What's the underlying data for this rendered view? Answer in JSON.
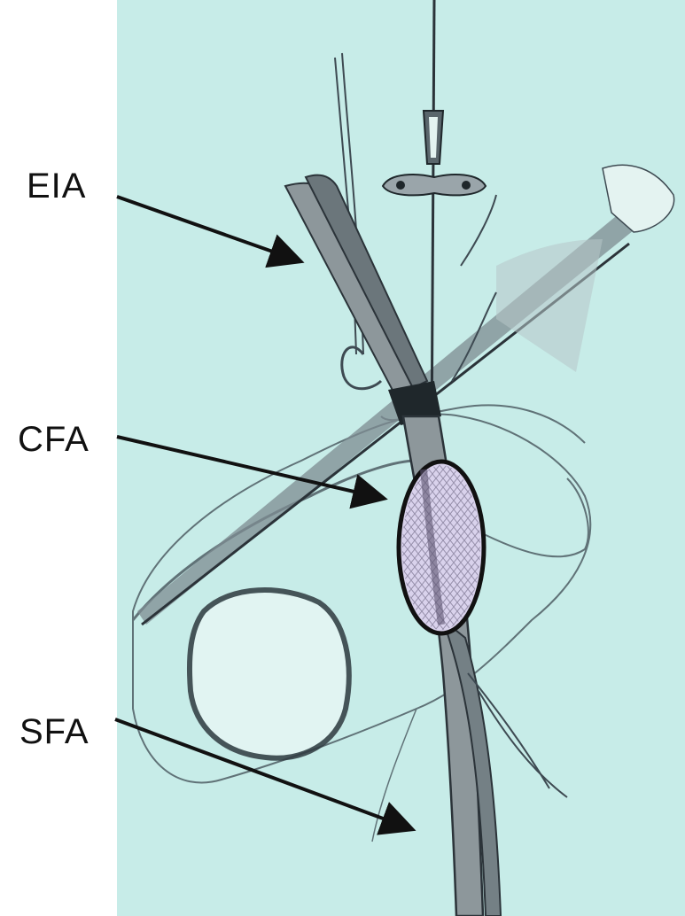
{
  "labels": {
    "eia": "EIA",
    "cfa": "CFA",
    "sfa": "SFA"
  },
  "colors": {
    "background_panel": "#c7ece8",
    "drawing_stroke": "#3e4a52",
    "vessel_fill": "#8d979b",
    "highlight_ellipse_fill": "#d9d2ec",
    "highlight_ellipse_stroke": "#111111",
    "arrow": "#111111"
  }
}
